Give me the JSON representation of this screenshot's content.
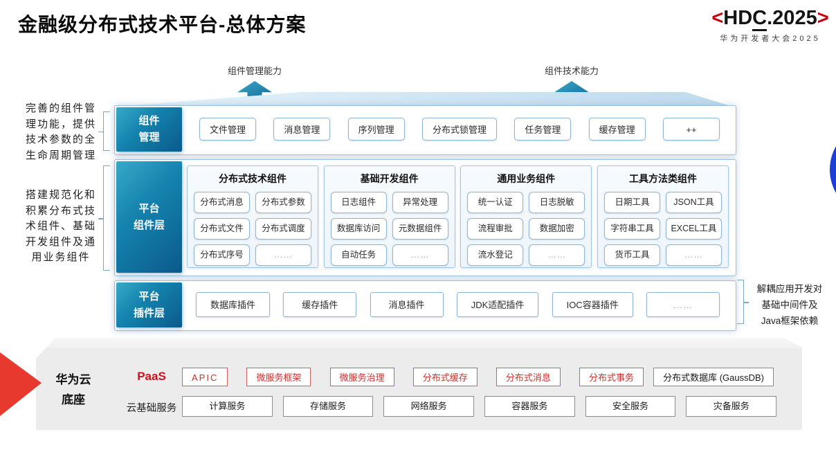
{
  "title": "金融级分布式技术平台-总体方案",
  "logo": {
    "bracket_left": "<",
    "text_hd": "HD",
    "text_c": "C",
    "text_rest": ".2025",
    "bracket_right": ">",
    "subtitle": "华为开发者大会2025",
    "brand_red": "#c7000b"
  },
  "annotations": {
    "arrow_left_label": "组件管理能力",
    "arrow_right_label": "组件技术能力",
    "left_top": "完善的组件管\n理功能，提供\n技术参数的全\n生命周期管理",
    "left_bottom": "搭建规范化和\n积累分布式技\n术组件、基础\n开发组件及通\n用业务组件",
    "right": "解耦应用开发对\n基础中间件及\nJava框架依赖"
  },
  "platform": {
    "management_layer": {
      "label": "组件\n管理",
      "items": [
        "文件管理",
        "消息管理",
        "序列管理",
        "分布式锁管理",
        "任务管理",
        "缓存管理",
        "++"
      ]
    },
    "component_layer": {
      "label": "平台\n组件层",
      "groups": [
        {
          "title": "分布式技术组件",
          "items": [
            "分布式消息",
            "分布式参数",
            "分布式文件",
            "分布式调度",
            "分布式序号",
            "……"
          ]
        },
        {
          "title": "基础开发组件",
          "items": [
            "日志组件",
            "异常处理",
            "数据库访问",
            "元数据组件",
            "自动任务",
            "……"
          ]
        },
        {
          "title": "通用业务组件",
          "items": [
            "统一认证",
            "日志脱敏",
            "流程审批",
            "数据加密",
            "流水登记",
            "……"
          ]
        },
        {
          "title": "工具方法类组件",
          "items": [
            "日期工具",
            "JSON工具",
            "字符串工具",
            "EXCEL工具",
            "货币工具",
            "……"
          ]
        }
      ]
    },
    "plugin_layer": {
      "label": "平台\n插件层",
      "items": [
        "数据库插件",
        "缓存插件",
        "消息插件",
        "JDK适配插件",
        "IOC容器插件",
        "……"
      ]
    }
  },
  "foundation": {
    "label": "华为云\n底座",
    "paas_label": "PaaS",
    "paas_items": [
      "APIC",
      "微服务框架",
      "微服务治理",
      "分布式缓存",
      "分布式消息",
      "分布式事务"
    ],
    "paas_neutral_item": "分布式数据库 (GaussDB)",
    "cloud_label": "云基础服务",
    "cloud_items": [
      "计算服务",
      "存储服务",
      "网络服务",
      "容器服务",
      "安全服务",
      "灾备服务"
    ]
  },
  "colors": {
    "layer_teal_dark": "#0a5a8b",
    "layer_teal_light": "#38a9c7",
    "box_border_blue": "#8fb5d4",
    "brand_red": "#c7000b",
    "paas_red": "#c5322d",
    "foundation_gray": "#ececed",
    "arrow_red": "#e7392e",
    "circle_blue": "#1c3ed8"
  }
}
